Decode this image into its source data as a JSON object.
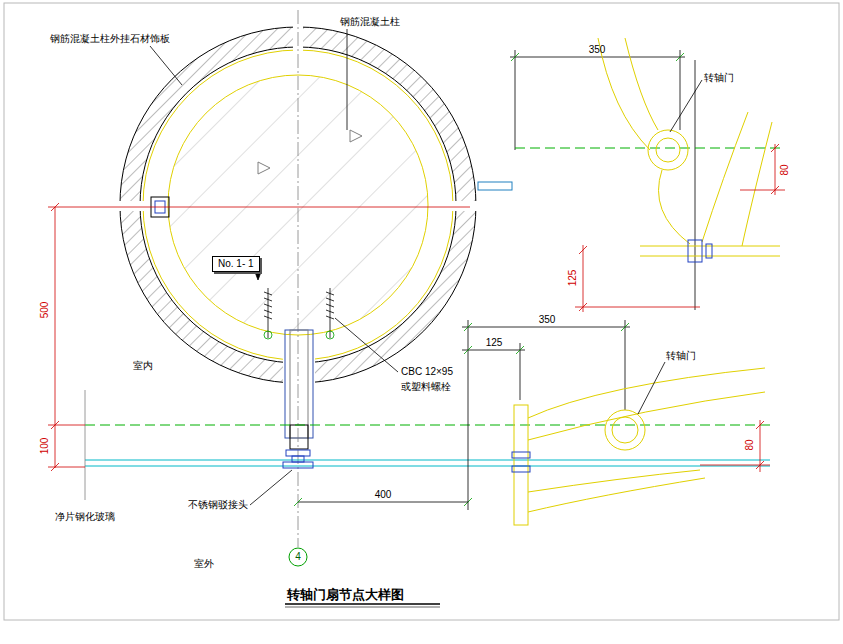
{
  "diagram": {
    "title": "转轴门扇节点大样图",
    "nodes": [
      {
        "text": [
          "No. 1- 1"
        ]
      },
      {
        "text": [
          "4"
        ]
      }
    ],
    "labels": [
      "钢筋混凝土柱外挂石材饰板",
      "钢筋混凝土柱",
      "350",
      "转轴门",
      "80",
      "125",
      "500",
      "室内",
      "CBC 12×95",
      "或塑料螺栓",
      "350",
      "125",
      "转轴门",
      "80",
      "100",
      "400",
      "不锈钢驳接头",
      "净片钢化玻璃",
      "室外"
    ]
  }
}
